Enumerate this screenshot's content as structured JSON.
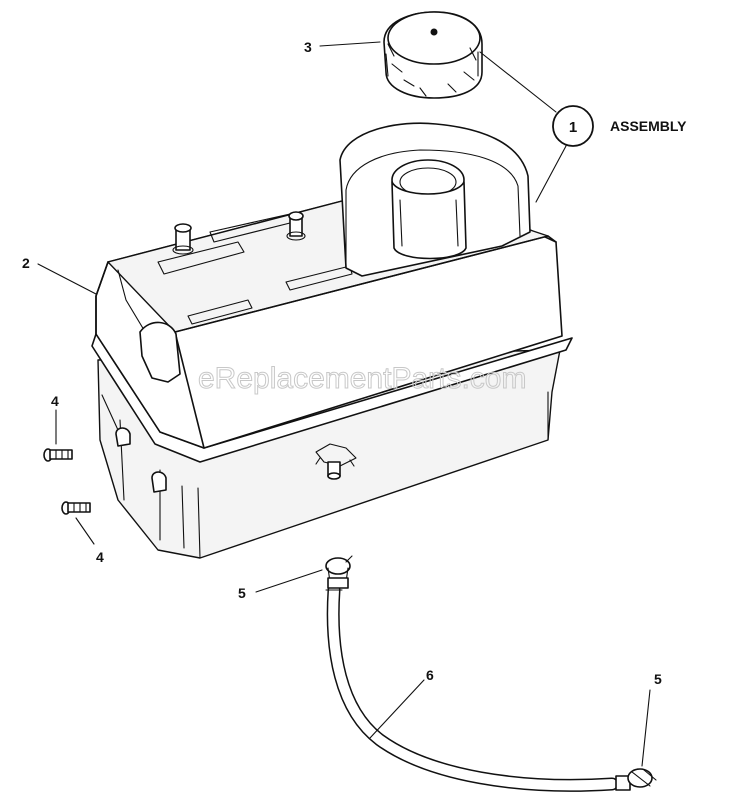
{
  "callouts": {
    "c1": "1",
    "c1_text": "ASSEMBLY",
    "c2": "2",
    "c3": "3",
    "c4a": "4",
    "c4b": "4",
    "c5a": "5",
    "c5b": "5",
    "c6": "6"
  },
  "watermark": "eReplacementParts.com",
  "colors": {
    "ink": "#111111",
    "paper": "#ffffff",
    "watermark": "#c8c8c8"
  }
}
